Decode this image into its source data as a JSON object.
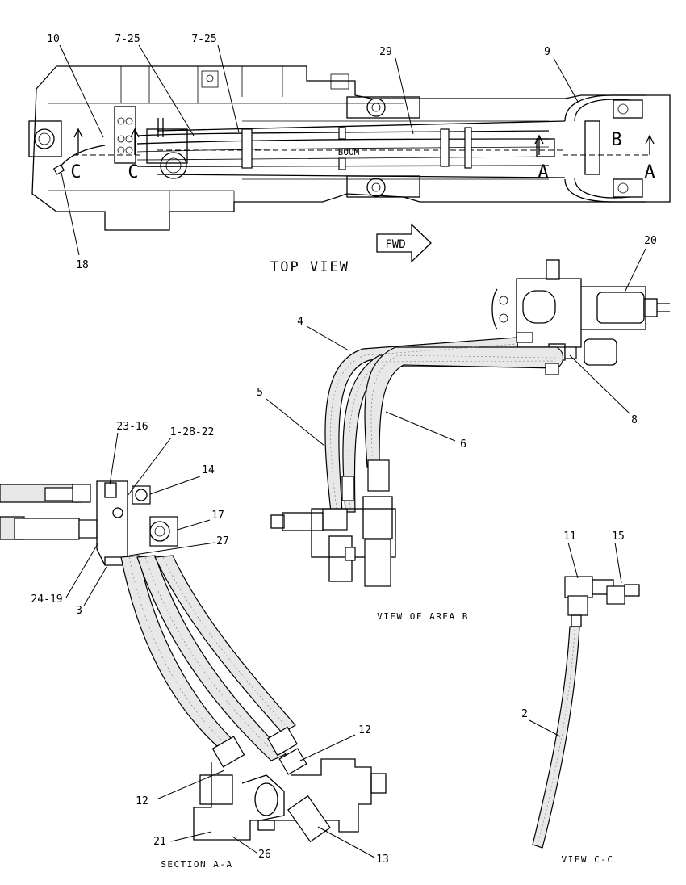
{
  "titles": {
    "top_view": "TOP VIEW",
    "fwd": "FWD",
    "boom": "BOOM",
    "view_b": "VIEW OF AREA B",
    "section_aa": "SECTION A-A",
    "view_cc": "VIEW C-C"
  },
  "section_marks": {
    "c_left": "C",
    "c_right": "C",
    "a_left": "A",
    "a_right": "A",
    "b": "B"
  },
  "callouts": {
    "c10": "10",
    "c7_25a": "7-25",
    "c7_25b": "7-25",
    "c29": "29",
    "c9": "9",
    "c18": "18",
    "c20": "20",
    "c4": "4",
    "c5": "5",
    "c6": "6",
    "c8": "8",
    "c23_16": "23-16",
    "c1_28_22": "1-28-22",
    "c14": "14",
    "c17": "17",
    "c27": "27",
    "c24_19": "24-19",
    "c3": "3",
    "c11": "11",
    "c15": "15",
    "c2": "2",
    "c12a": "12",
    "c12b": "12",
    "c13": "13",
    "c21": "21",
    "c26": "26"
  }
}
